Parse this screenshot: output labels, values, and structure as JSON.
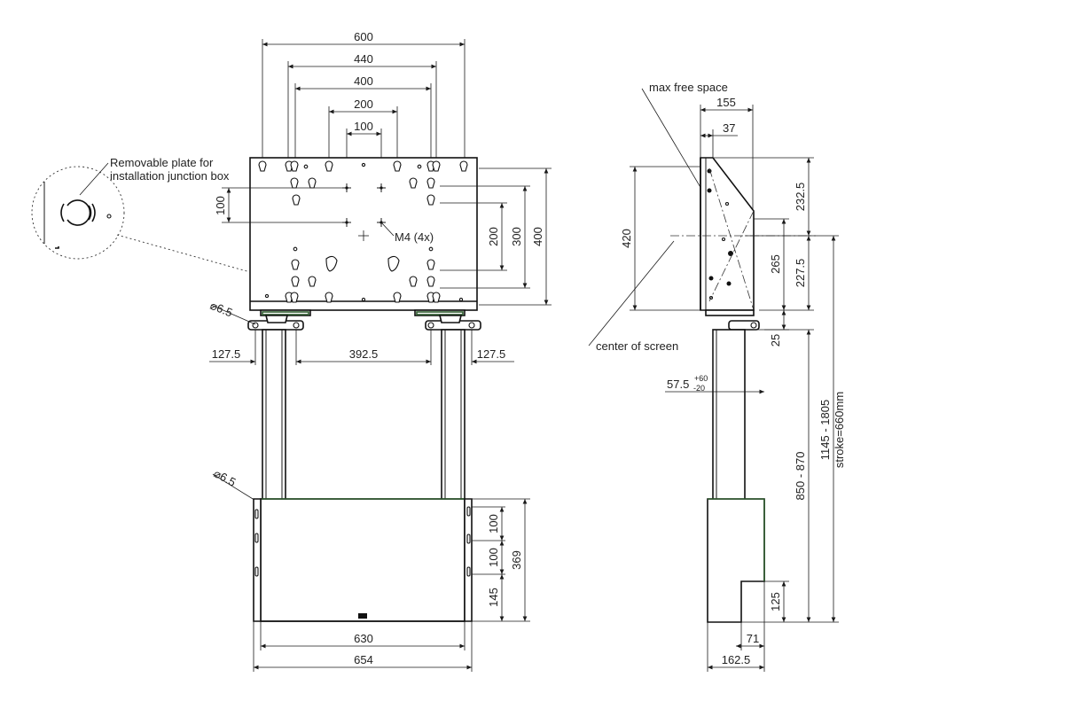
{
  "front_view": {
    "width_labels": {
      "w600": "600",
      "w440": "440",
      "w400": "400",
      "w200": "200",
      "w100": "100"
    },
    "height_labels": {
      "h100": "100",
      "h200": "200",
      "h300": "300",
      "h400": "400"
    },
    "callouts": {
      "plate_line1": "Removable plate for",
      "plate_line2": "installation junction box",
      "m4": "M4 (4x)",
      "dia_top": "⌀6.5",
      "dia_bottom": "⌀6.5"
    },
    "column_spacing": {
      "left": "127.5",
      "middle": "392.5",
      "right": "127.5"
    },
    "box_vertical": {
      "v100a": "100",
      "v100b": "100",
      "v145": "145",
      "v369": "369"
    },
    "box_width": {
      "w630": "630",
      "w654": "654"
    }
  },
  "side_view": {
    "labels": {
      "max_free_space": "max free space",
      "center_of_screen": "center of screen"
    },
    "top_dims": {
      "d155": "155",
      "d37": "37"
    },
    "right_dims": {
      "d232_5": "232.5",
      "d265": "265",
      "d227_5": "227.5",
      "d25": "25",
      "d125": "125"
    },
    "left_dims": {
      "d420": "420",
      "d57_5": "57.5",
      "tol_plus": "+60",
      "tol_minus": "-20"
    },
    "height_dims": {
      "range_850_870": "850 - 870",
      "range_1145_1805": "1145 - 1805",
      "stroke": "stroke=660mm"
    },
    "bottom_dims": {
      "d71": "71",
      "d162_5": "162.5"
    }
  }
}
